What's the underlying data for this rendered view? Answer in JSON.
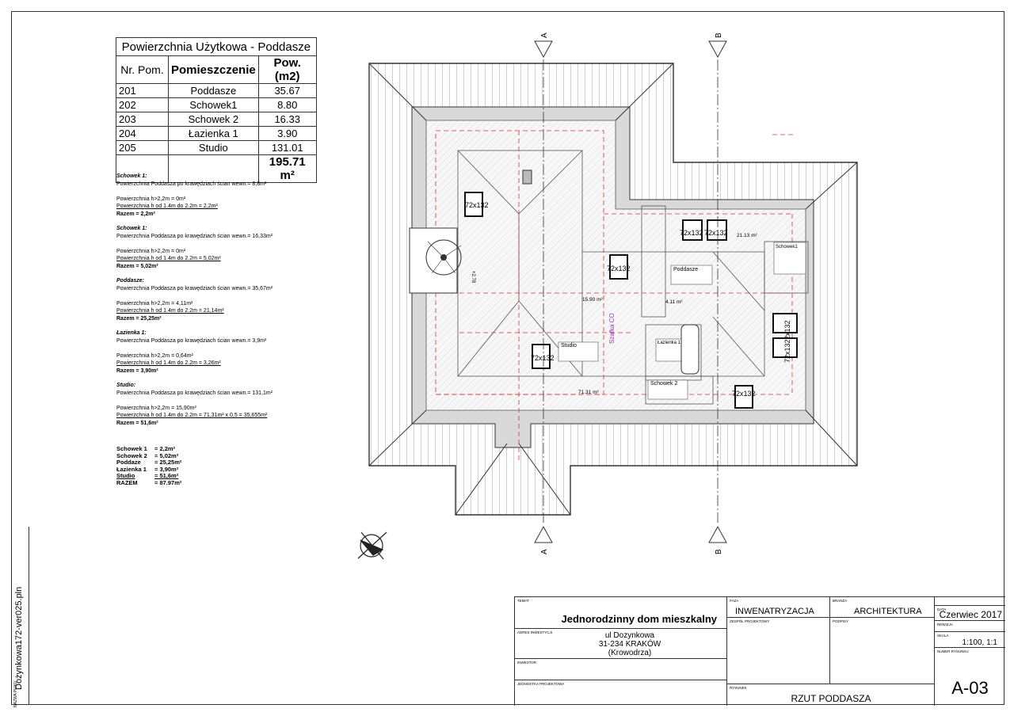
{
  "sheet": {
    "file_name": "Dożynkowa172-ver025.pln",
    "file_name_caption": "NAZWA PLIKU"
  },
  "area_table": {
    "title": "Powierzchnia Użytkowa - Poddasze",
    "headers": [
      "Nr. Pom.",
      "Pomieszczenie",
      "Pow. (m2)"
    ],
    "rows": [
      {
        "nr": "201",
        "name": "Poddasze",
        "area": "35.67"
      },
      {
        "nr": "202",
        "name": "Schowek1",
        "area": "8.80"
      },
      {
        "nr": "203",
        "name": "Schowek 2",
        "area": "16.33"
      },
      {
        "nr": "204",
        "name": "Łazienka 1",
        "area": "3.90"
      },
      {
        "nr": "205",
        "name": "Studio",
        "area": "131.01"
      }
    ],
    "total": "195.71 m²"
  },
  "notes": [
    {
      "heading": "Schowek 1:",
      "line": "Powierzchnia Poddasza po krawędziach ścian wewn.= 8,8m²",
      "p1": "Powierzchnia h>2,2m = 0m²",
      "p2": "Powierzchnia h od 1.4m do 2.2m = 2,2m²",
      "razem": "Razem = 2,2m²"
    },
    {
      "heading": "Schowek 1:",
      "line": "Powierzchnia Poddasza po krawędziach ścian wewn.= 16,33m²",
      "p1": "Powierzchnia h>2,2m = 0m²",
      "p2": "Powierzchnia h od 1.4m do 2.2m = 5,02m²",
      "razem": "Razem = 5,02m²"
    },
    {
      "heading": "Poddasze:",
      "line": "Powierzchnia Poddasza po krawędziach ścian wewn.= 35,67m²",
      "p1": "Powierzchnia h>2,2m = 4,11m²",
      "p2": "Powierzchnia h od 1.4m do 2.2m = 21,14m²",
      "razem": "Razem = 25,25m²"
    },
    {
      "heading": "Łazienka 1:",
      "line": "Powierzchnia Poddasza po krawędziach ścian wewn.= 3,9m²",
      "p1": "Powierzchnia h>2,2m = 0,64m²",
      "p2": "Powierzchnia h od 1.4m do 2.2m = 3,26m²",
      "razem": "Razem = 3,90m²"
    },
    {
      "heading": "Studio:",
      "line": "Powierzchnia Poddasza po krawędziach ścian wewn.= 131,1m²",
      "p1": "Powierzchnia h>2,2m = 15,90m²",
      "p2": "Powierzchnia h od 1.4m do 2.2m = 71,31m² x 0,5 = 35,655m²",
      "razem": "Razem = 51,6m²"
    }
  ],
  "summary": [
    {
      "k": "Schowek 1",
      "v": "=   2,2m²"
    },
    {
      "k": "Schowek 2",
      "v": "=   5,02m²"
    },
    {
      "k": "Poddaze",
      "v": "= 25,25m²"
    },
    {
      "k": "Łazienka 1",
      "v": "=   3,90m²"
    },
    {
      "k": "Studio",
      "v": "= 51,6m²"
    },
    {
      "k": "RAZEM",
      "v": "= 87.97m²"
    }
  ],
  "plan": {
    "section_a": "A",
    "section_b": "B",
    "windows": [
      "72x132",
      "72x132",
      "72x132",
      "72x132",
      "72x132",
      "72x132",
      "72x132",
      "72x132"
    ],
    "room_labels": [
      "Studio",
      "Poddasze",
      "Łazienka 1",
      "Schowek 2",
      "Schowek1",
      "Szafka CO"
    ],
    "areas": [
      "15.90 m²",
      "4.11 m²",
      "71.31 m²",
      "21.13 m²"
    ],
    "level": "+2.78"
  },
  "title_block": {
    "temat_label": "TEMAT",
    "temat": "Jednorodzinny dom mieszkalny",
    "adres_label": "ADRES INWESTYCJI",
    "adres_1": "ul Dozynkowa",
    "adres_2": "31-234 KRAKÓW",
    "adres_3": "(Krowodrza)",
    "inwestor_label": "INWESTOR",
    "jednostka_label": "JEDNOSTKA PROJEKTOWA",
    "faza_label": "FAZA",
    "faza": "INWENATRYZACJA",
    "branza_label": "BRANŻA",
    "branza": "ARCHITEKTURA",
    "zespol_label": "ZESPÓŁ PROJEKTOWY",
    "podpisy_label": "PODPISY",
    "rysunek_label": "RYSUNEK",
    "rysunek": "RZUT PODDASZA",
    "data_label": "DATA",
    "data": "Czerwiec 2017",
    "rewizja_label": "REWIZJA",
    "skala_label": "SKALA",
    "skala": "1:100, 1:1",
    "numer_label": "NUMER RYSUNKU",
    "numer": "A-03"
  }
}
